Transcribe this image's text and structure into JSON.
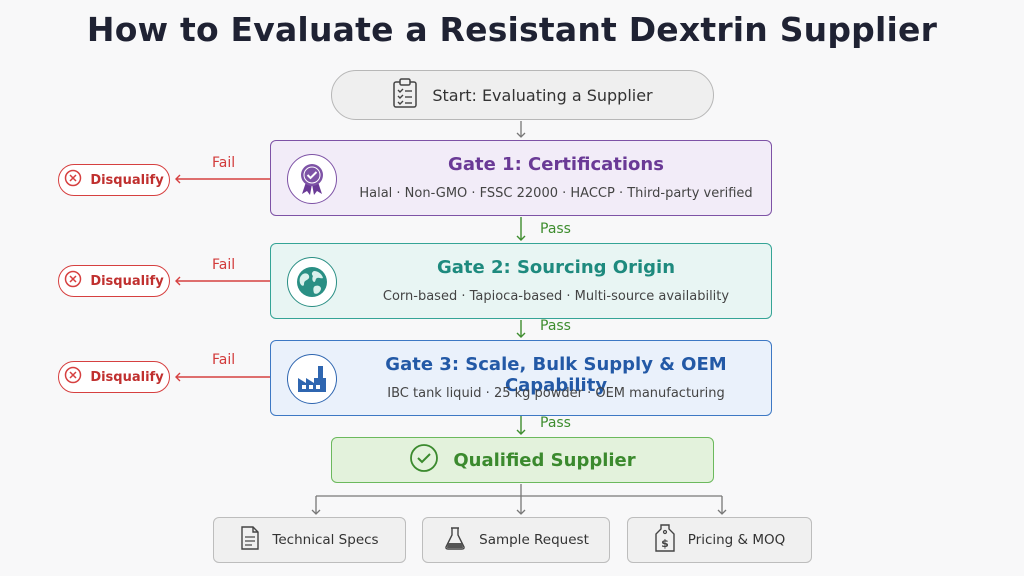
{
  "title": "How to Evaluate a Resistant Dextrin Supplier",
  "start": {
    "label": "Start: Evaluating a Supplier",
    "icon": "clipboard-checklist-icon"
  },
  "gates": [
    {
      "title": "Gate 1: Certifications",
      "subtitle": "Halal · Non-GMO · FSSC 22000 · HACCP · Third-party verified",
      "icon": "certification-badge-icon",
      "color": "#7e53a6"
    },
    {
      "title": "Gate 2: Sourcing Origin",
      "subtitle": "Corn-based · Tapioca-based · Multi-source availability",
      "icon": "globe-icon",
      "color": "#35a496"
    },
    {
      "title": "Gate 3: Scale, Bulk Supply & OEM Capability",
      "subtitle": "IBC tank liquid · 25 kg powder · OEM manufacturing",
      "icon": "factory-icon",
      "color": "#3d78c4"
    }
  ],
  "fail_label": "Fail",
  "pass_label": "Pass",
  "disqualify_label": "Disqualify",
  "qualified": {
    "label": "Qualified Supplier",
    "icon": "check-circle-icon",
    "color": "#6cb95d"
  },
  "actions": [
    {
      "label": "Technical Specs",
      "icon": "document-icon"
    },
    {
      "label": "Sample Request",
      "icon": "flask-icon"
    },
    {
      "label": "Pricing & MOQ",
      "icon": "price-tag-icon"
    }
  ],
  "colors": {
    "fail": "#d64040",
    "pass": "#3e8d2f",
    "neutral": "#8a8a8a"
  }
}
